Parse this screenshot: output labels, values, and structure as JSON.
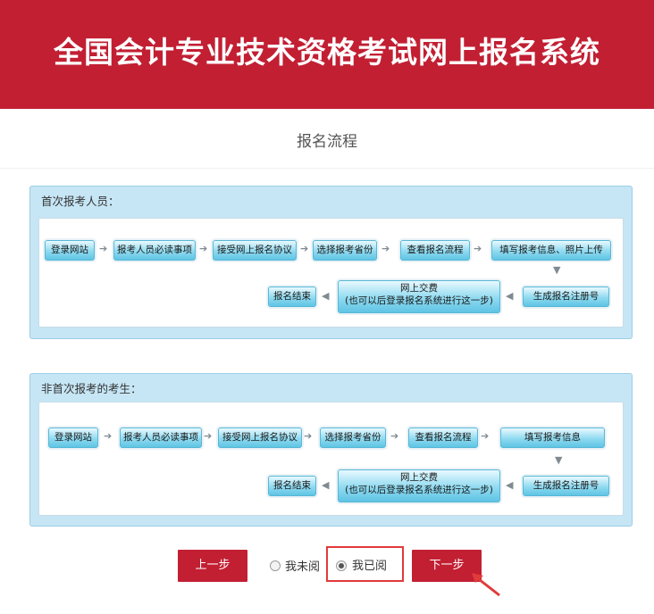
{
  "header": {
    "title": "全国会计专业技术资格考试网上报名系统"
  },
  "page": {
    "subtitle": "报名流程"
  },
  "first_time": {
    "title": "首次报考人员：",
    "steps": [
      "登录网站",
      "报考人员必读事项",
      "接受网上报名协议",
      "选择报考省份",
      "查看报名流程",
      "填写报考信息、照片上传",
      "生成报名注册号",
      "网上交费",
      "(也可以后登录报名系统进行这一步)",
      "报名结束"
    ]
  },
  "returning": {
    "title": "非首次报考的考生：",
    "steps": [
      "登录网站",
      "报考人员必读事项",
      "接受网上报名协议",
      "选择报考省份",
      "查看报名流程",
      "填写报考信息",
      "生成报名注册号",
      "网上交费",
      "(也可以后登录报名系统进行这一步)",
      "报名结束"
    ]
  },
  "footer": {
    "prev_label": "上一步",
    "unread_label": "我未阅",
    "read_label": "我已阅",
    "next_label": "下一步",
    "selected": "我已阅"
  },
  "colors": {
    "brand": "#c21f33",
    "panel": "#c6e6f5",
    "step": "#5fc4e4",
    "highlight": "#e13a3a"
  }
}
